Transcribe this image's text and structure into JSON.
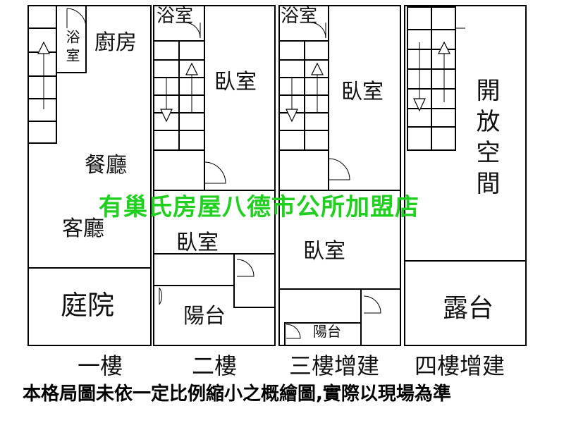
{
  "floors": [
    {
      "label": "一樓",
      "rooms": {
        "bath": "浴室",
        "kitchen": "廚房",
        "dining": "餐廳",
        "living": "客廳",
        "courtyard": "庭院"
      }
    },
    {
      "label": "二樓",
      "rooms": {
        "bath": "浴室",
        "bedroom_top": "臥室",
        "bedroom_bottom": "臥室",
        "balcony": "陽台"
      }
    },
    {
      "label": "三樓增建",
      "rooms": {
        "bath": "浴室",
        "bedroom_top": "臥室",
        "bedroom_bottom": "臥室",
        "balcony": "陽台"
      }
    },
    {
      "label": "四樓增建",
      "rooms": {
        "open_space": "開放空間",
        "terrace": "露台"
      }
    }
  ],
  "watermark": "有巢氏房屋八德市公所加盟店",
  "footer_note": "本格局圖未依一定比例縮小之概繪圖,實際以現場為準"
}
